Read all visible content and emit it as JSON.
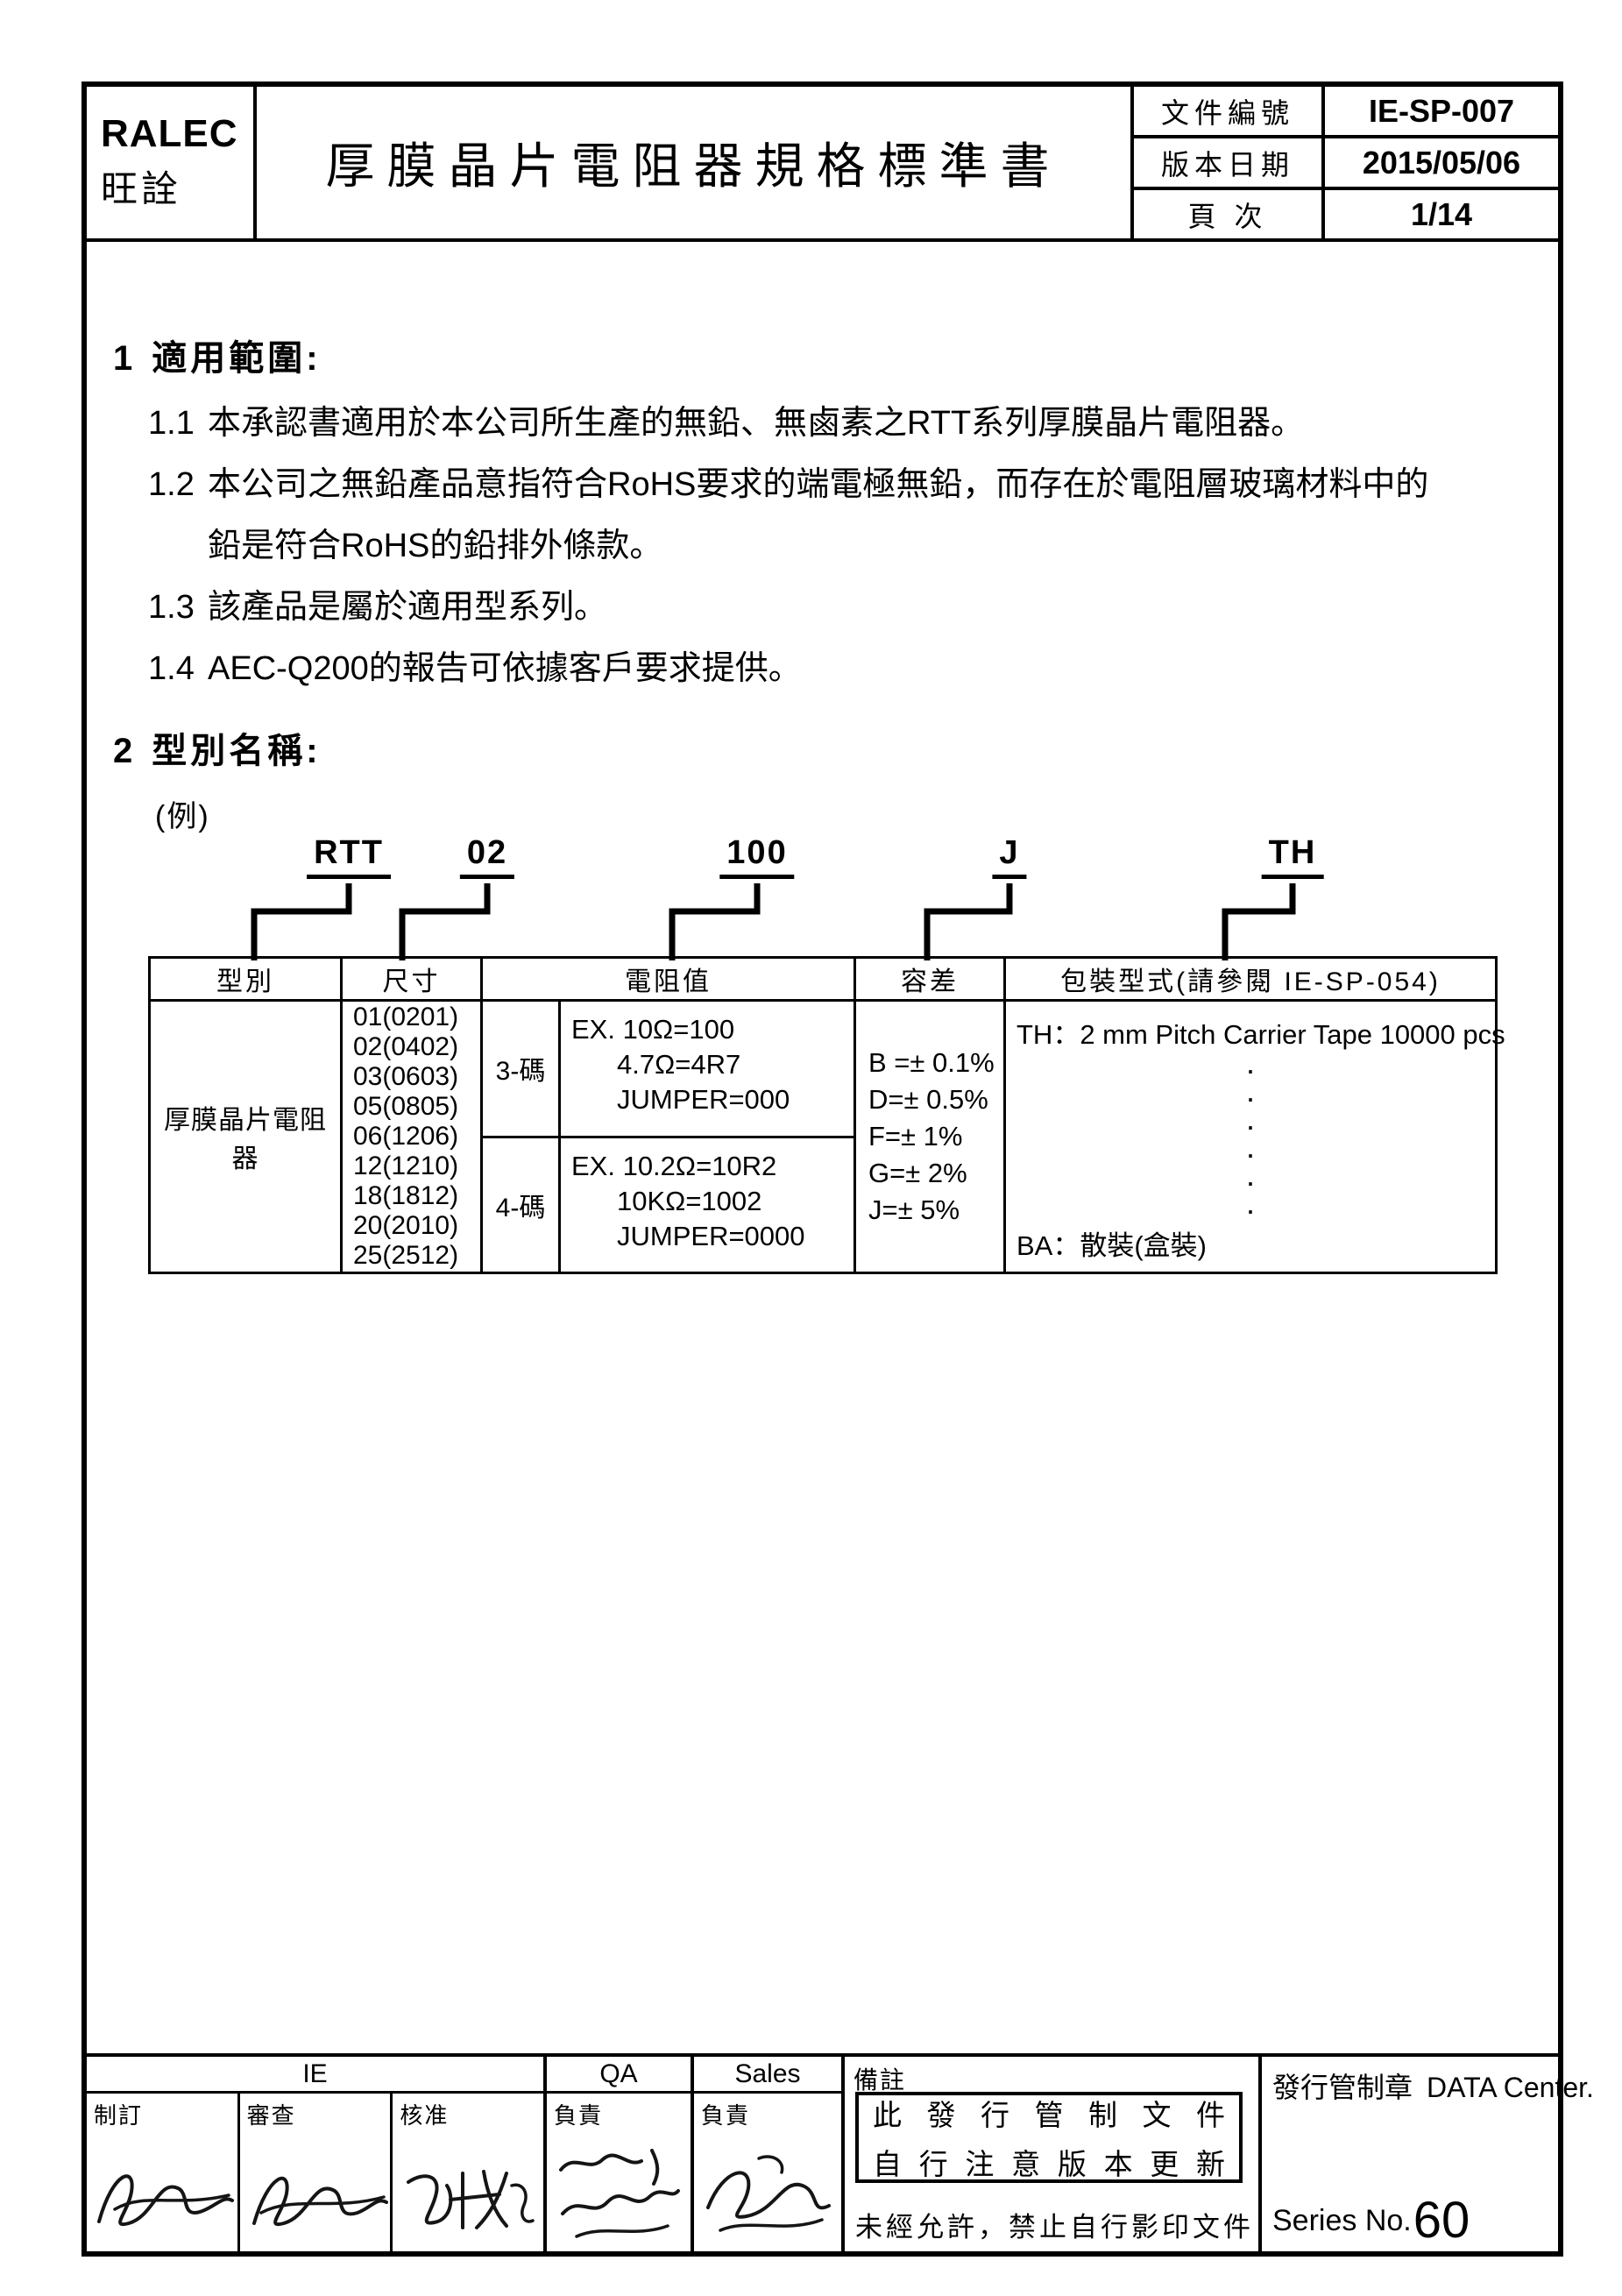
{
  "page": {
    "bg": "#ffffff",
    "ink": "#000000"
  },
  "header": {
    "logo_title": "RALEC",
    "logo_subtitle": "旺詮",
    "doc_title": "厚膜晶片電阻器規格標準書",
    "meta": [
      {
        "label": "文件編號",
        "value": "IE-SP-007"
      },
      {
        "label": "版本日期",
        "value": "2015/05/06"
      },
      {
        "label": "頁  次",
        "value": "1/14"
      }
    ]
  },
  "section1": {
    "number": "1",
    "title": "適用範圍:",
    "items": [
      {
        "num": "1.1",
        "text": "本承認書適用於本公司所生產的無鉛、無鹵素之RTT系列厚膜晶片電阻器。"
      },
      {
        "num": "1.2",
        "text": "本公司之無鉛產品意指符合RoHS要求的端電極無鉛，而存在於電阻層玻璃材料中的鉛是符合RoHS的鉛排外條款。"
      },
      {
        "num": "1.3",
        "text": "該產品是屬於適用型系列。"
      },
      {
        "num": "1.4",
        "text": "AEC-Q200的報告可依據客戶要求提供。"
      }
    ]
  },
  "section2": {
    "number": "2",
    "title": "型別名稱:",
    "example_label": "(例)"
  },
  "diagram": {
    "codes": [
      "RTT",
      "02",
      "100",
      "J",
      "TH"
    ]
  },
  "spec_table": {
    "headers": {
      "type": "型別",
      "size": "尺寸",
      "resistance": "電阻值",
      "tolerance": "容差",
      "packaging": "包裝型式(請參閱 IE-SP-054)"
    },
    "type_value": "厚膜晶片電阻器",
    "sizes": [
      "01(0201)",
      "02(0402)",
      "03(0603)",
      "05(0805)",
      "06(1206)",
      "12(1210)",
      "18(1812)",
      "20(2010)",
      "25(2512)"
    ],
    "resistance_rows": [
      {
        "code": "3-碼",
        "lines": [
          "EX. 10Ω=100",
          "4.7Ω=4R7",
          "JUMPER=000"
        ]
      },
      {
        "code": "4-碼",
        "lines": [
          "EX. 10.2Ω=10R2",
          "10KΩ=1002",
          "JUMPER=0000"
        ]
      }
    ],
    "tolerances": [
      "B =± 0.1%",
      "D=± 0.5%",
      "F=± 1%",
      "G=± 2%",
      "J=± 5%"
    ],
    "packaging": {
      "th_line": "TH：2 mm Pitch Carrier Tape 10000 pcs",
      "dots": ".\n.\n.\n.\n.\n.",
      "ba_line": "BA：散裝(盒裝)"
    }
  },
  "footer": {
    "ie_label": "IE",
    "qa_label": "QA",
    "sales_label": "Sales",
    "sign_labels": {
      "draft": "制訂",
      "review": "審查",
      "approve": "核准",
      "qa_resp": "負責",
      "sales_resp": "負責"
    },
    "note": {
      "label": "備註",
      "box_line1": "此發行管制文件",
      "box_line2": "自行注意版本更新",
      "bottom_line": "未經允許，禁止自行影印文件"
    },
    "stamp": {
      "label": "發行管制章",
      "org": "DATA Center.",
      "series_label": "Series No.",
      "series_number": "60"
    }
  }
}
